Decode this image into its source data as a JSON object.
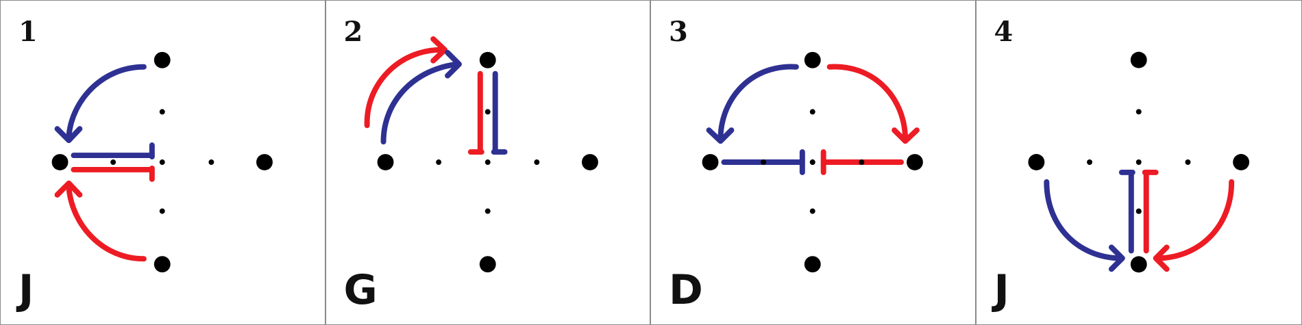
{
  "colors": {
    "blue": "#2e3192",
    "red": "#ed1c24",
    "ink": "#000000"
  },
  "panels": [
    {
      "number": "1",
      "letter": "J"
    },
    {
      "number": "2",
      "letter": "G"
    },
    {
      "number": "3",
      "letter": "D"
    },
    {
      "number": "4",
      "letter": "J"
    }
  ]
}
